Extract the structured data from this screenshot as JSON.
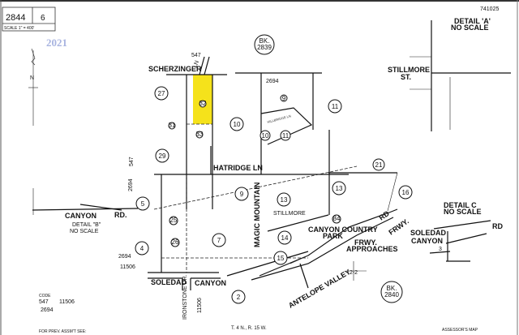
{
  "header": {
    "book": "2844",
    "page": "6",
    "scale": "SCALE 1\" = 400'"
  },
  "year_stamp": "2021",
  "north_label": "N",
  "highlight_color": "#f5e21b",
  "streets": {
    "scherzinger": "SCHERZINGER",
    "ln": "LN",
    "hatridge": "HATRIDGE LN",
    "hillbridge": "HILLBRIDGE LN",
    "stillmore": "STILLMORE",
    "stillmore_st": "ST.",
    "canyon": "CANYON",
    "rd": "RD.",
    "soledad": "SOLEDAD",
    "soledad_canyon": "CANYON",
    "ironstone": "IRONSTONE DR.",
    "magic_mountain": "MAGIC MOUNTAIN",
    "antelope_valley": "ANTELOPE VALLEY",
    "frwy": "FRWY.",
    "frwy_rd": "RD",
    "frwy_approaches_1": "FRWY.",
    "frwy_approaches_2": "APPROACHES",
    "canyon_country_1": "CANYON COUNTRY",
    "canyon_country_2": "PARK",
    "stillmore_small": "STILLMORE"
  },
  "details": {
    "a_title": "DETAIL 'A'",
    "a_scale": "NO SCALE",
    "a_number": "741025",
    "b_title": "DETAIL \"B\"",
    "b_scale": "NO SCALE",
    "c_title": "DETAIL C",
    "c_scale": "NO SCALE",
    "c_soledad": "SOLEDAD",
    "c_canyon": "CANYON",
    "c_rd": "RD",
    "c_parcel": "3"
  },
  "parcels": [
    "27",
    "10",
    "29",
    "11",
    "10",
    "11",
    "9",
    "21",
    "16",
    "13",
    "13",
    "14",
    "15",
    "5",
    "4",
    "7",
    "9",
    "2",
    "25",
    "26",
    "84",
    "31",
    "32",
    "33"
  ],
  "book_refs": [
    {
      "label": "BK.",
      "num": "2839"
    },
    {
      "label": "BK.",
      "num": "2840"
    }
  ],
  "tract_codes": {
    "c547a": "547",
    "c2694a": "2694",
    "c547b": "547",
    "c2694b": "2694",
    "c11506a": "11506",
    "c2694c": "2694",
    "c11506b": "11506"
  },
  "code_block": {
    "title": "CODE",
    "c1": "547",
    "c2": "11506",
    "c3": "2694"
  },
  "footer": {
    "prev": "FOR PREV. ASSM'T SEE:",
    "township": "T. 4 N., R. 15 W.",
    "map": "ASSESSOR'S MAP",
    "section": "2-2"
  }
}
